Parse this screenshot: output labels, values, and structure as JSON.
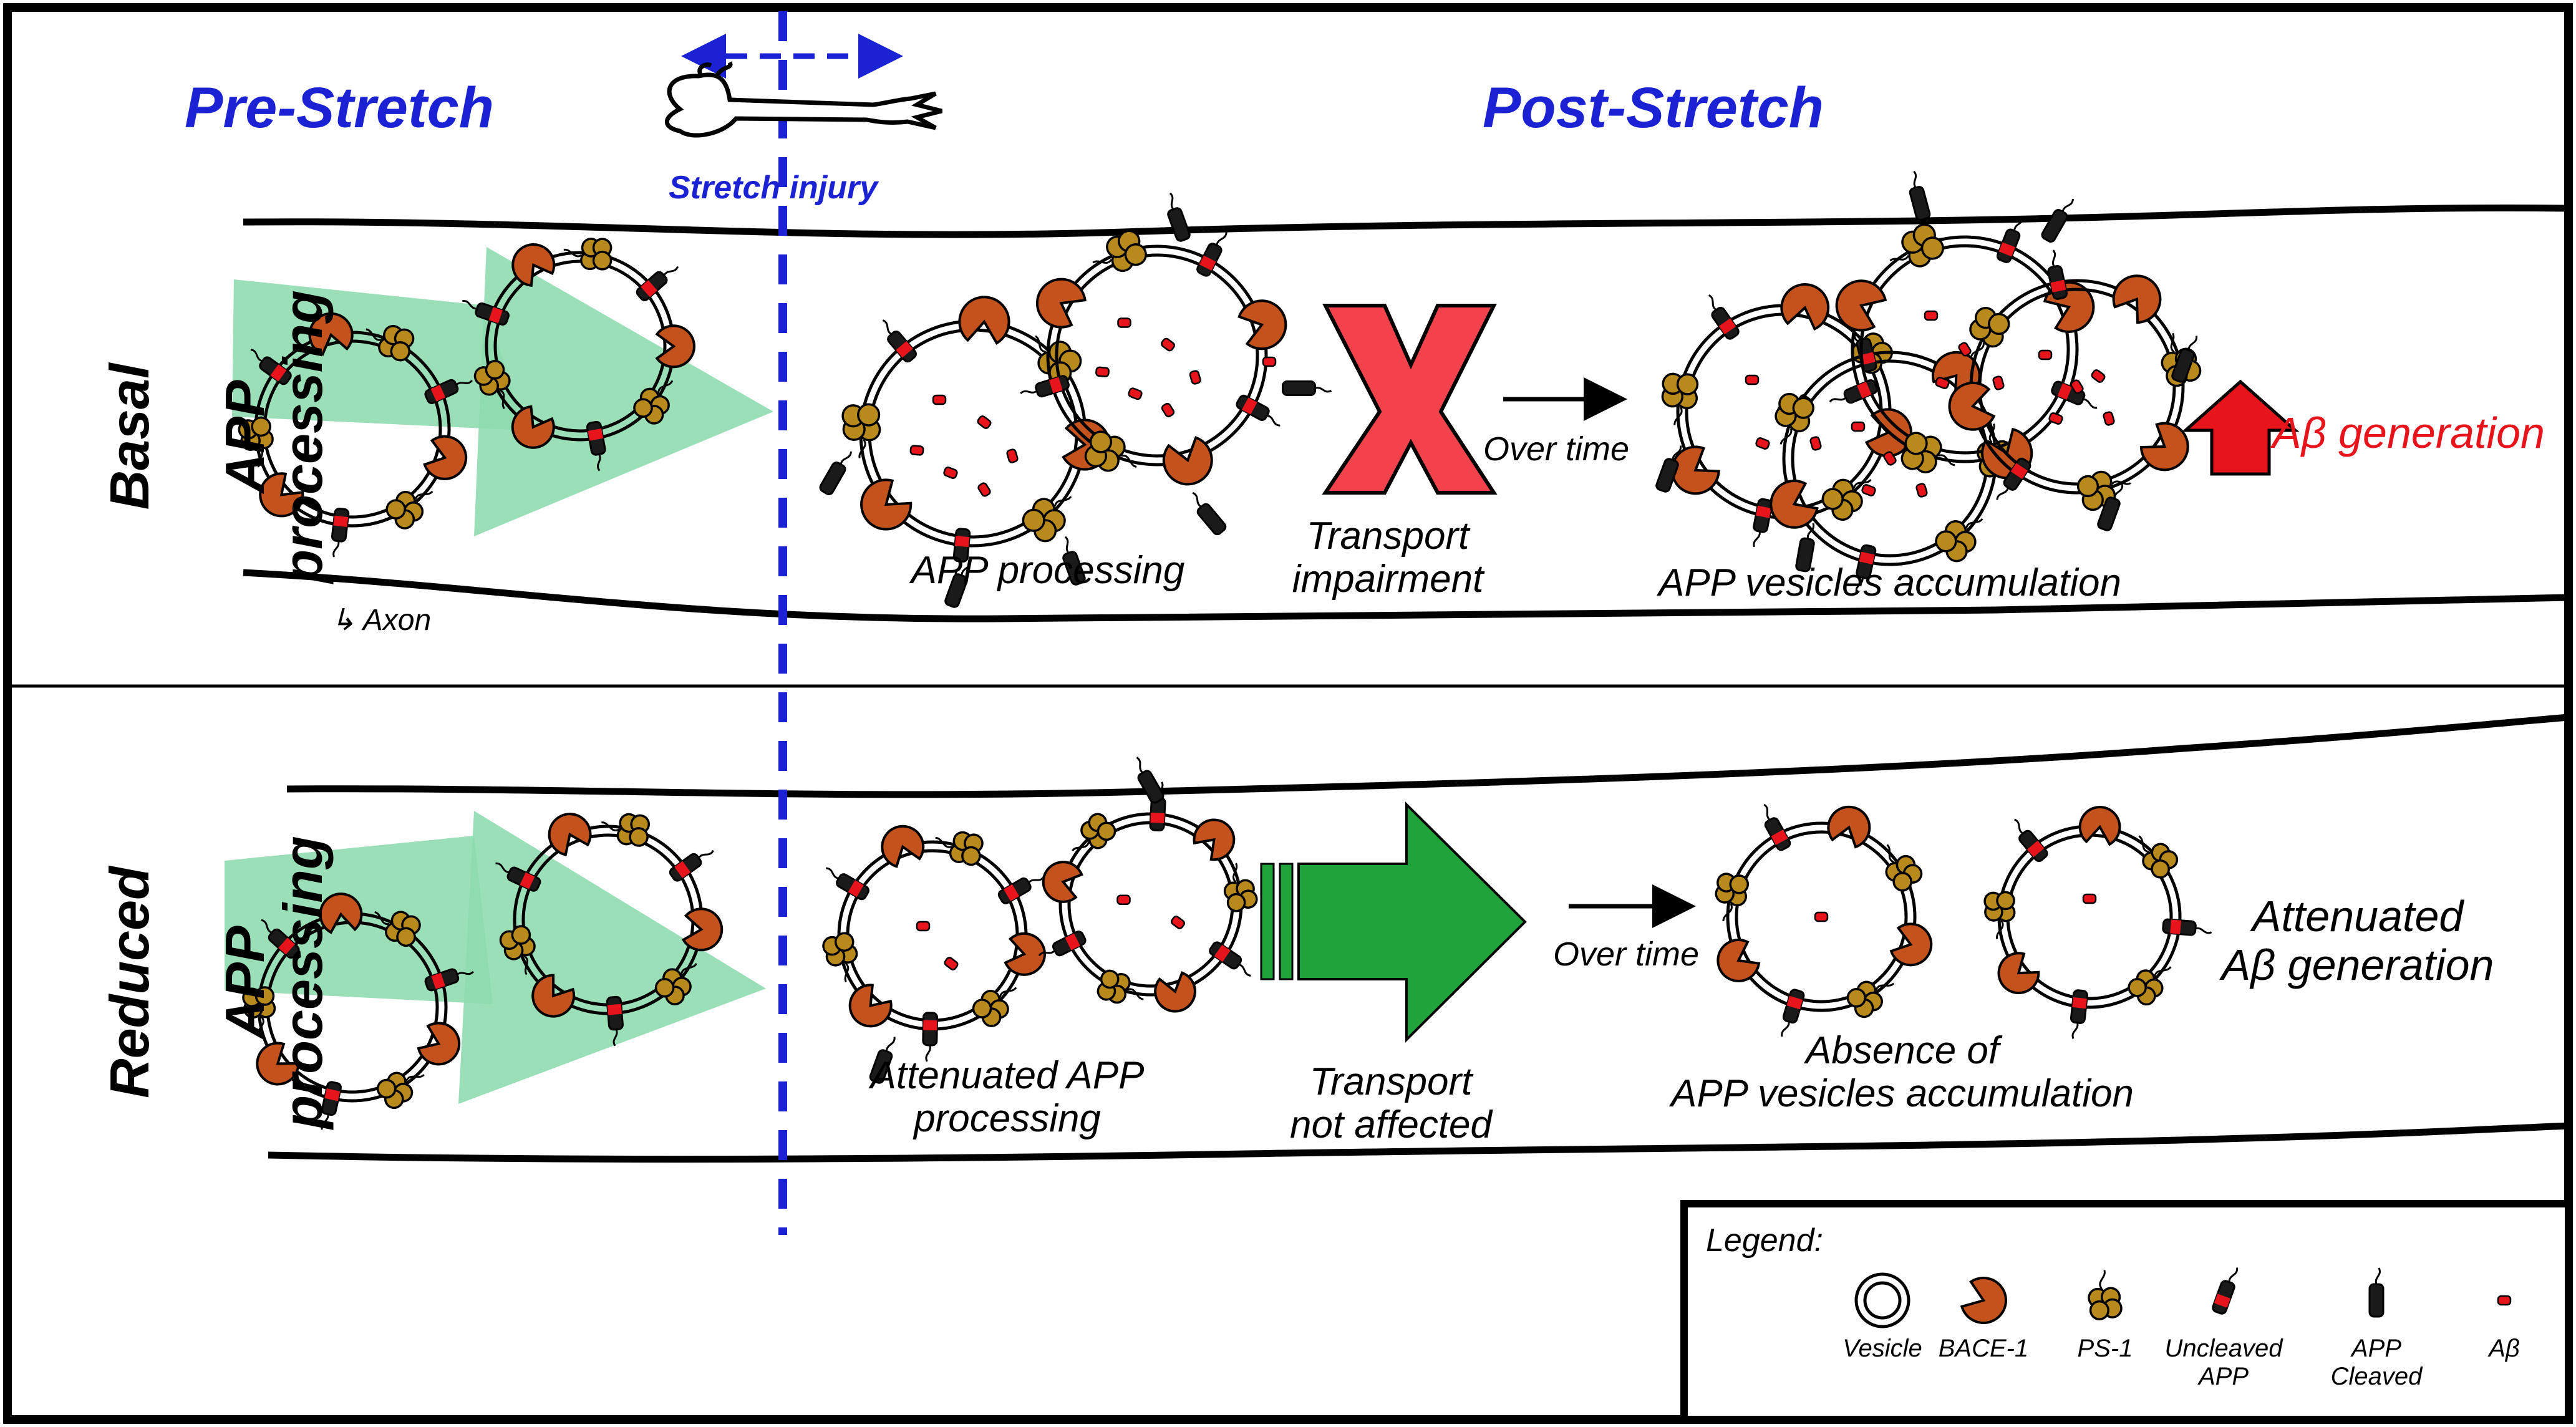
{
  "header": {
    "pre_stretch": "Pre-Stretch",
    "post_stretch": "Post-Stretch",
    "stretch_injury": "Stretch injury"
  },
  "rows": {
    "basal": {
      "label_line1": "Basal",
      "label_line2": "APP processing",
      "axon_label": "Axon",
      "step1_caption": "APP processing",
      "step2_caption": "Transport\nimpairment",
      "over_time": "Over time",
      "step3_caption": "APP vesicles accumulation",
      "outcome": "Aβ generation"
    },
    "reduced": {
      "label_line1": "Reduced",
      "label_line2": "APP processing",
      "step1_caption": "Attenuated APP\nprocessing",
      "step2_caption": "Transport\nnot affected",
      "over_time": "Over time",
      "step3_caption": "Absence of\nAPP vesicles accumulation",
      "outcome": "Attenuated\nAβ generation"
    }
  },
  "legend": {
    "title": "Legend:",
    "items": [
      "Vesicle",
      "BACE-1",
      "PS-1",
      "Uncleaved\nAPP",
      "APP\nCleaved",
      "Aβ"
    ]
  },
  "colors": {
    "title_blue": "#1a22d4",
    "divider_blue": "#1a22d4",
    "flow_arrow_green": "#8fdcb0",
    "transport_arrow_green": "#1fa33a",
    "impairment_x_red": "#f2424c",
    "generation_arrow_red": "#e8141c",
    "bace1_orange": "#c4521c",
    "ps1_olive": "#b88a1c",
    "app_black": "#1a1a1a",
    "abeta_red": "#e8141c"
  },
  "icons": [
    "neuron-icon",
    "double-arrow-icon",
    "x-mark-icon",
    "up-arrow-icon",
    "right-arrow-icon"
  ]
}
